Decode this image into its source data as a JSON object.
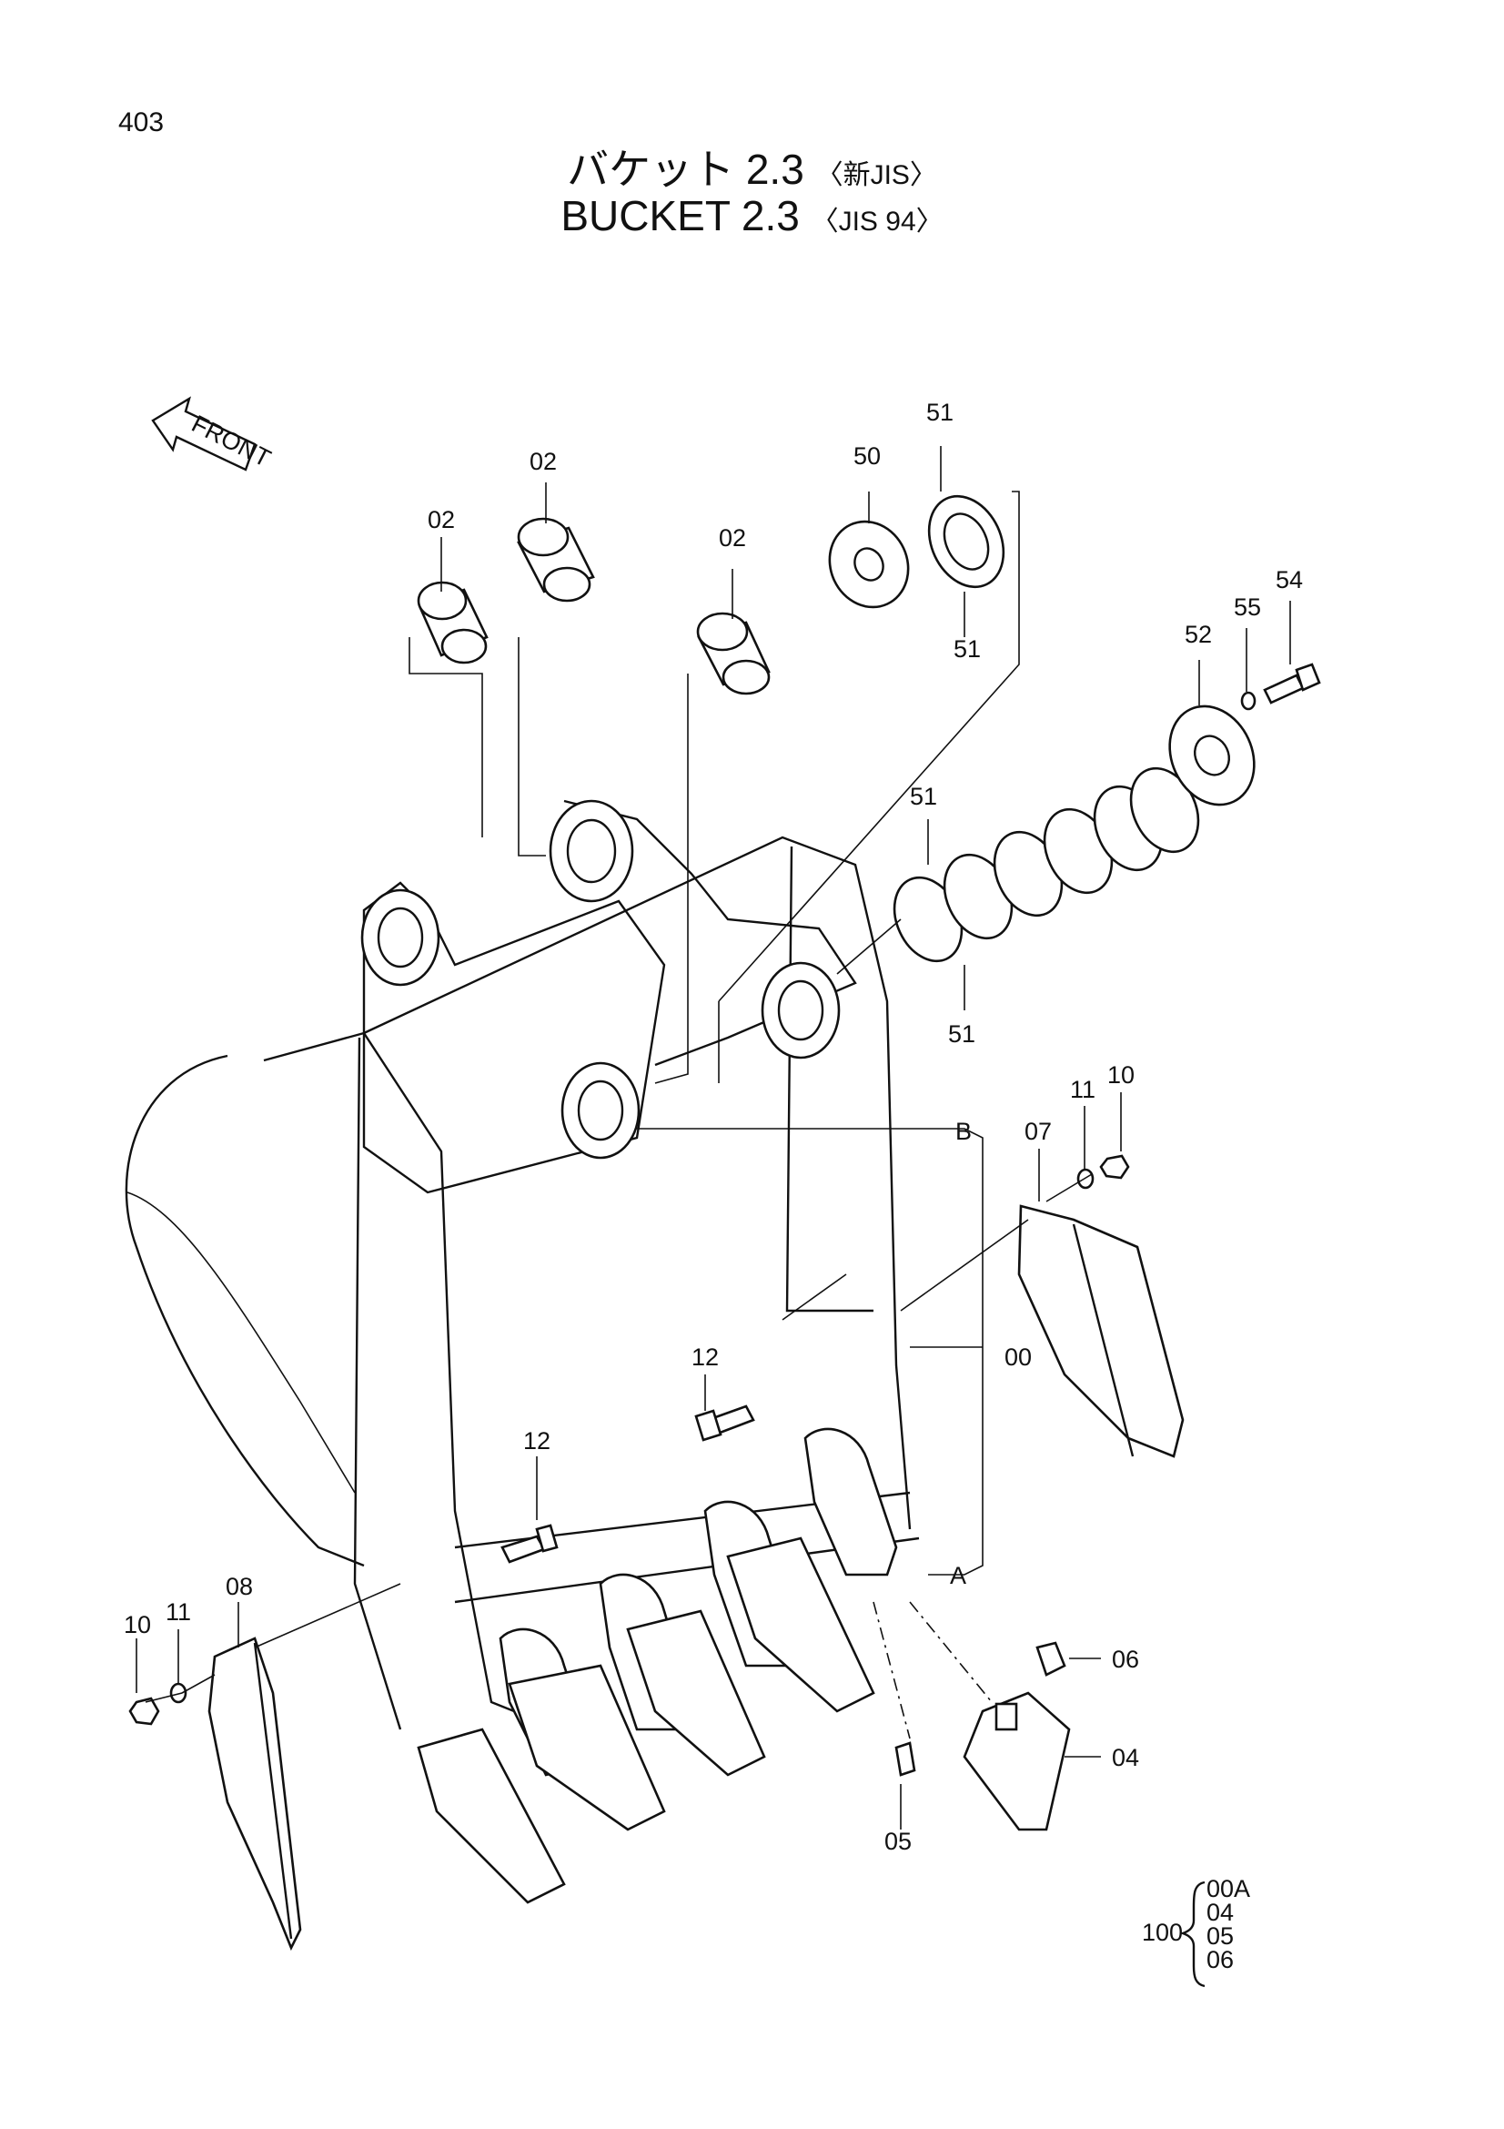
{
  "page_number": "403",
  "title_jp": {
    "main": "バケット 2.3",
    "sub": "〈新JIS〉"
  },
  "title_en": {
    "main": "BUCKET 2.3",
    "sub": "〈JIS 94〉"
  },
  "front_arrow": "FRONT",
  "callouts": {
    "c02a": "02",
    "c02b": "02",
    "c02c": "02",
    "c50": "50",
    "c51a": "51",
    "c51b": "51",
    "c51c": "51",
    "c51d": "51",
    "c52": "52",
    "c55": "55",
    "c54": "54",
    "c10a": "10",
    "c11a": "11",
    "c07": "07",
    "c00": "00",
    "cB": "B",
    "cA": "A",
    "c12a": "12",
    "c12b": "12",
    "c08": "08",
    "c10b": "10",
    "c11b": "11",
    "c06": "06",
    "c04": "04",
    "c05": "05"
  },
  "kit": {
    "number": "100",
    "items": [
      "00A",
      "04",
      "05",
      "06"
    ]
  }
}
